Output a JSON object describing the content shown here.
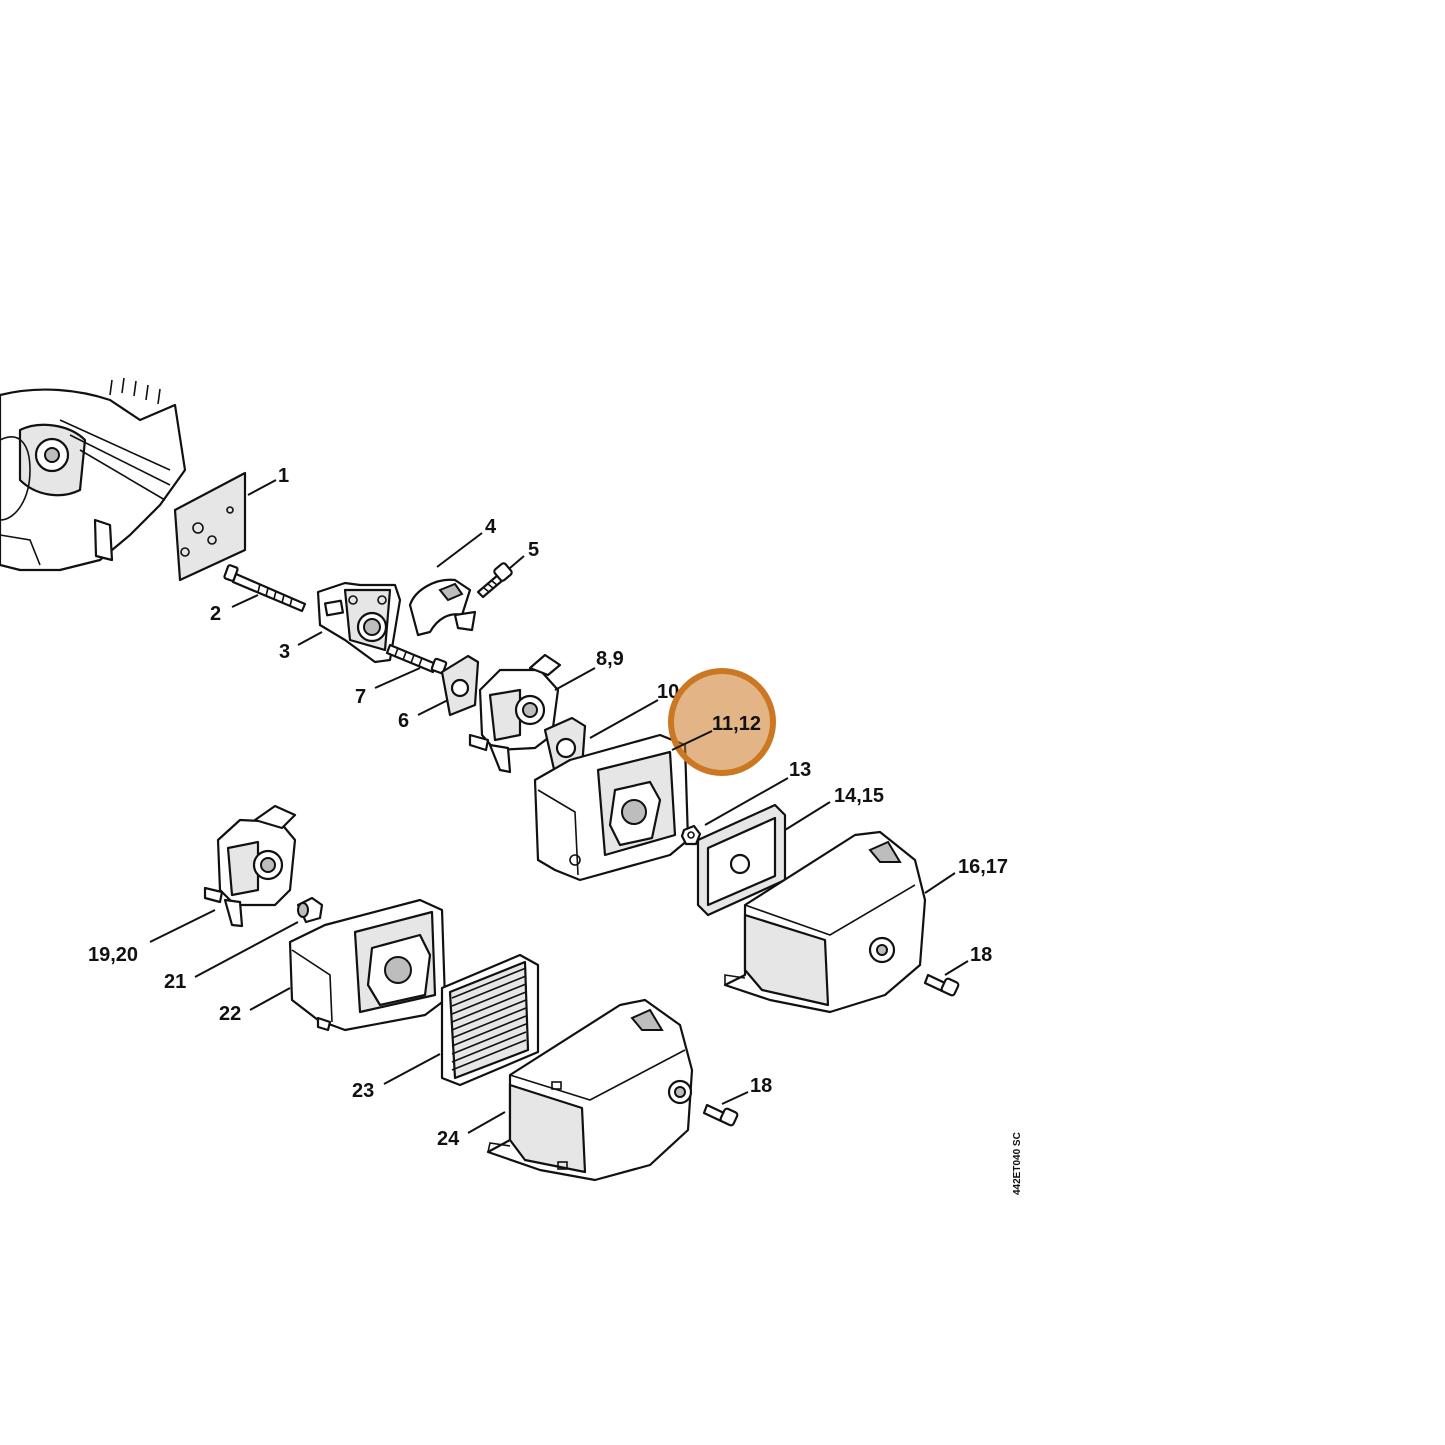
{
  "highlight": {
    "label": "11,12",
    "color": "#cc7722"
  },
  "callouts": [
    {
      "id": "c1",
      "label": "1"
    },
    {
      "id": "c2",
      "label": "2"
    },
    {
      "id": "c3",
      "label": "3"
    },
    {
      "id": "c4",
      "label": "4"
    },
    {
      "id": "c5",
      "label": "5"
    },
    {
      "id": "c6",
      "label": "6"
    },
    {
      "id": "c7",
      "label": "7"
    },
    {
      "id": "c89",
      "label": "8,9"
    },
    {
      "id": "c10",
      "label": "10"
    },
    {
      "id": "c13",
      "label": "13"
    },
    {
      "id": "c1415",
      "label": "14,15"
    },
    {
      "id": "c1617",
      "label": "16,17"
    },
    {
      "id": "c18a",
      "label": "18"
    },
    {
      "id": "c1920",
      "label": "19,20"
    },
    {
      "id": "c21",
      "label": "21"
    },
    {
      "id": "c22",
      "label": "22"
    },
    {
      "id": "c23",
      "label": "23"
    },
    {
      "id": "c18b",
      "label": "18"
    },
    {
      "id": "c24",
      "label": "24"
    }
  ],
  "drawing_code": "442ET040 SC",
  "parts": [
    "engine-crankcase",
    "gasket",
    "long-screw",
    "intake-manifold",
    "clamp",
    "screw",
    "gasket-small",
    "stud-screw",
    "carburetor",
    "gasket-flange",
    "air-filter-base",
    "nut",
    "air-filter-element",
    "filter-cover",
    "screw-small",
    "carburetor-alt",
    "fitting",
    "air-filter-base-alt",
    "pleated-filter",
    "filter-cover-alt"
  ]
}
